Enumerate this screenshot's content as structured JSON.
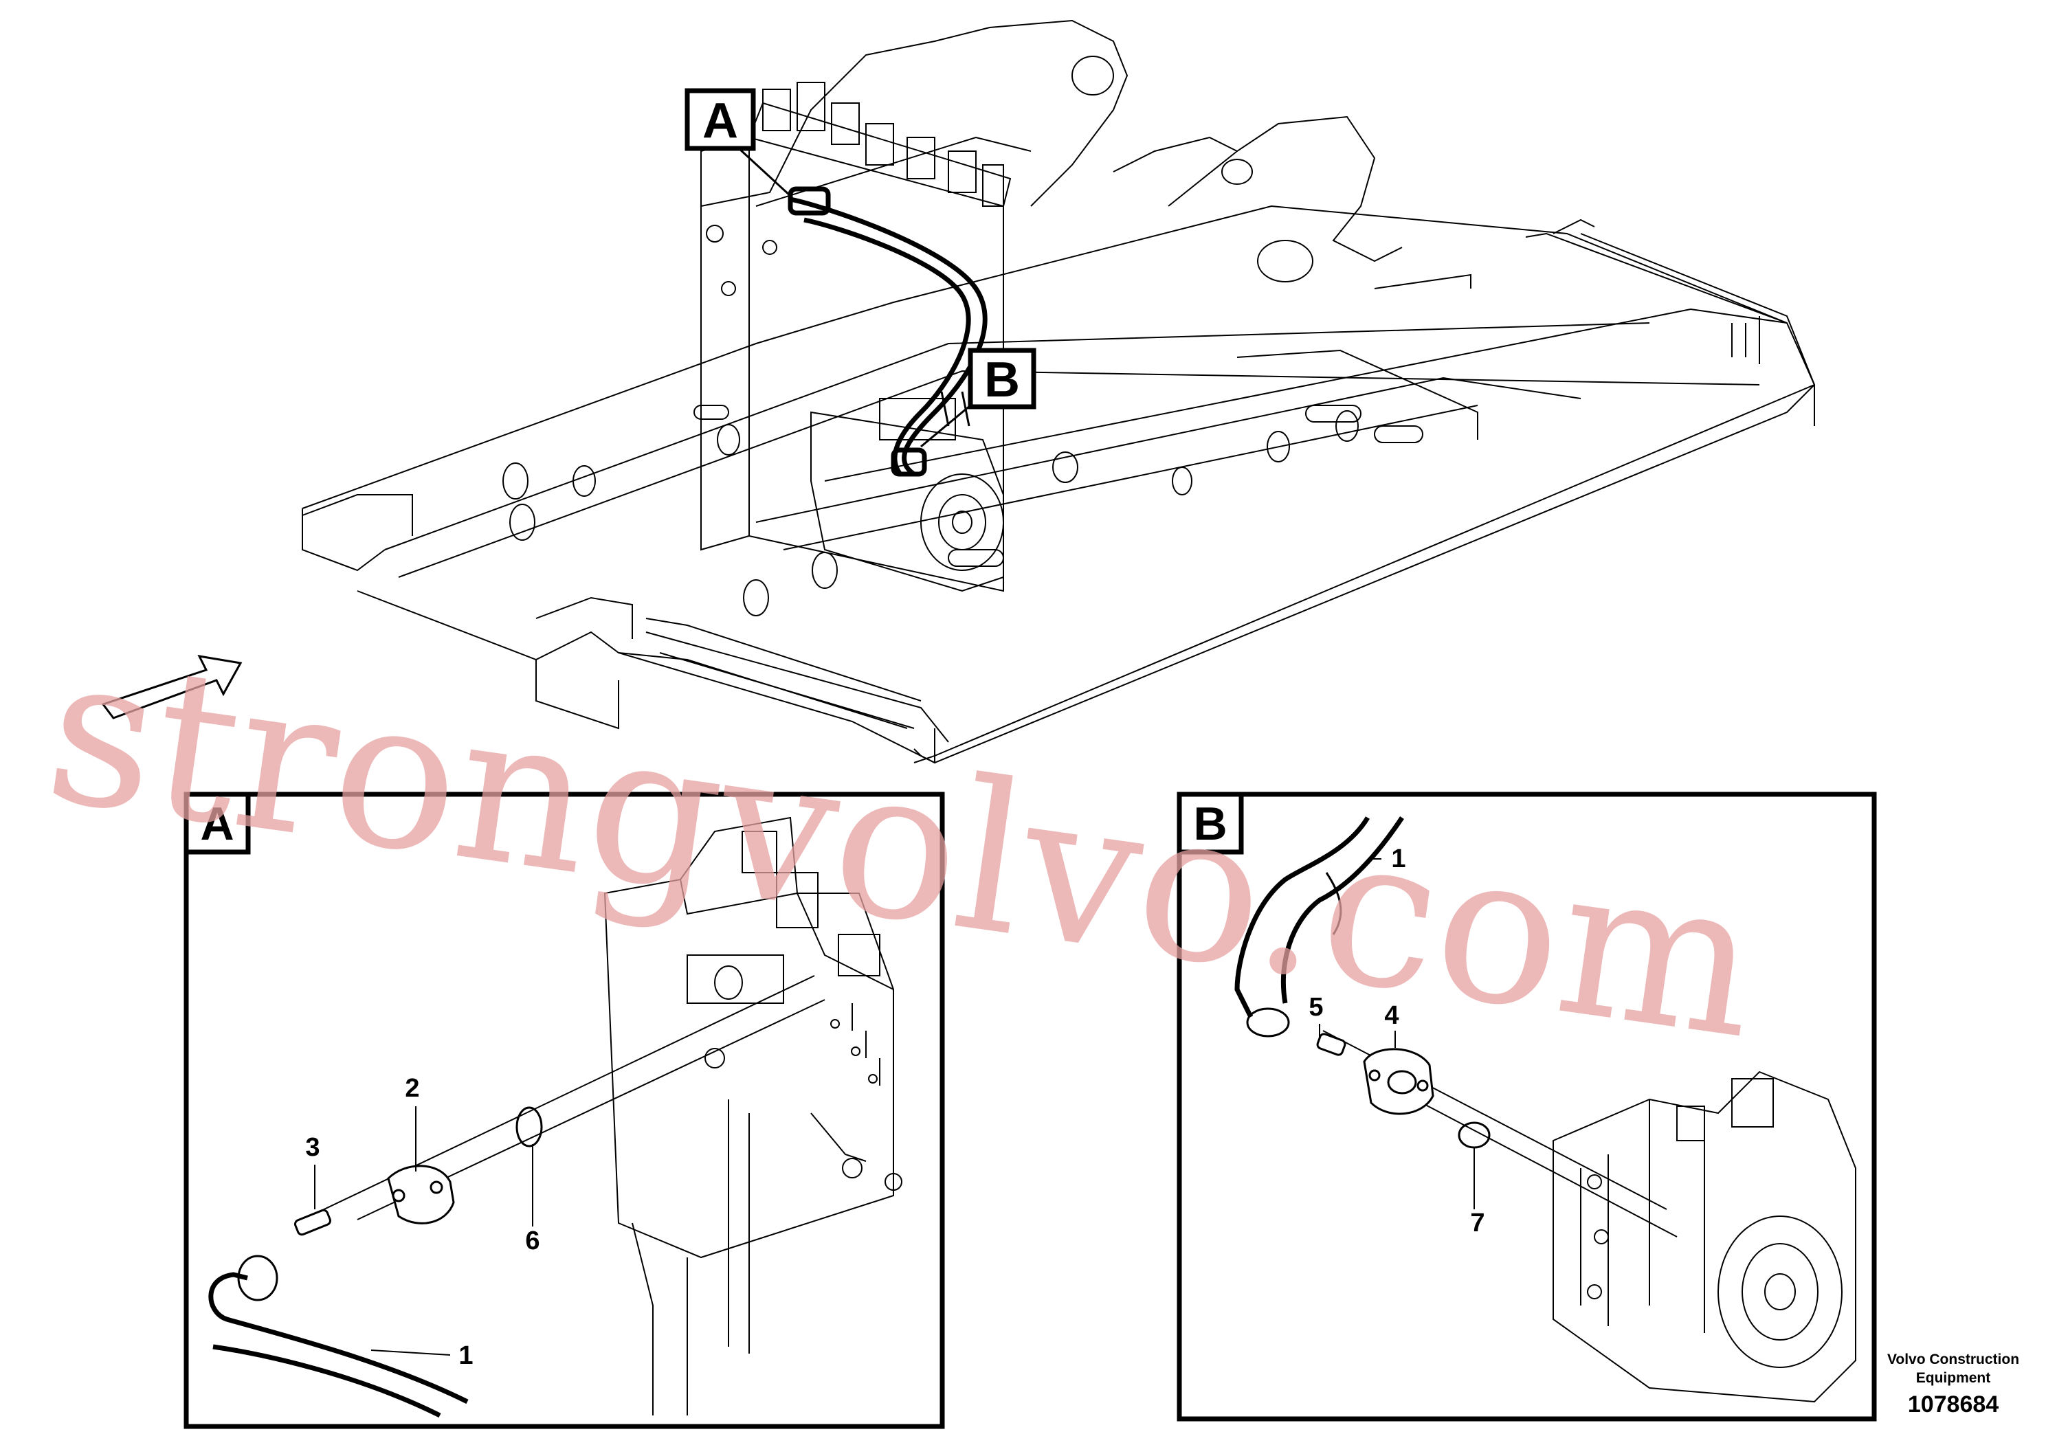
{
  "watermark": "strongvolvo.com",
  "main_view": {
    "detail_refs": [
      "A",
      "B"
    ]
  },
  "detail_a": {
    "tag": "A",
    "callouts": [
      "1",
      "2",
      "3",
      "6"
    ]
  },
  "detail_b": {
    "tag": "B",
    "callouts": [
      "1",
      "4",
      "5",
      "7"
    ]
  },
  "footer": {
    "brand_line1": "Volvo Construction",
    "brand_line2": "Equipment",
    "doc_number": "1078684"
  }
}
